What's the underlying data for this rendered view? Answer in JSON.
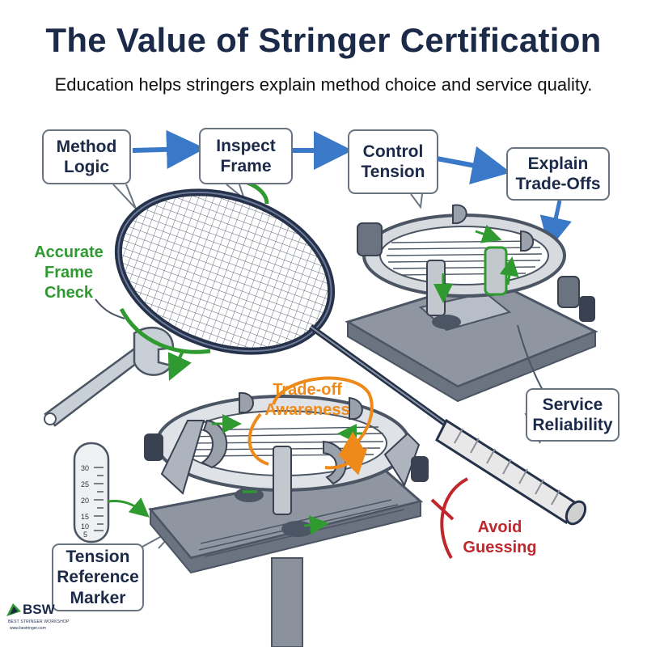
{
  "title": "The Value of Stringer Certification",
  "subtitle": "Education helps stringers explain method choice and service quality.",
  "callouts": {
    "method_logic": "Method\nLogic",
    "inspect_frame": "Inspect\nFrame",
    "control_tension": "Control\nTension",
    "explain_tradeoffs": "Explain\nTrade-Offs",
    "service_reliability": "Service\nReliability",
    "tension_reference": "Tension\nReference\nMarker"
  },
  "labels": {
    "accurate_frame_check": "Accurate\nFrame\nCheck",
    "tradeoff_awareness": "Trade-off\nAwareness",
    "avoid_guessing": "Avoid\nGuessing"
  },
  "gauge_ticks": [
    "30",
    "25",
    "20",
    "15",
    "10",
    "5"
  ],
  "logo": {
    "word": "BSW",
    "tagline": "BEST STRINGER WORKSHOP",
    "url": "www.bestringer.com"
  },
  "colors": {
    "navy": "#1c2a4a",
    "flow_arrow": "#3a78c8",
    "green": "#2f9a2f",
    "orange": "#ee8a1a",
    "red": "#c0272d"
  }
}
